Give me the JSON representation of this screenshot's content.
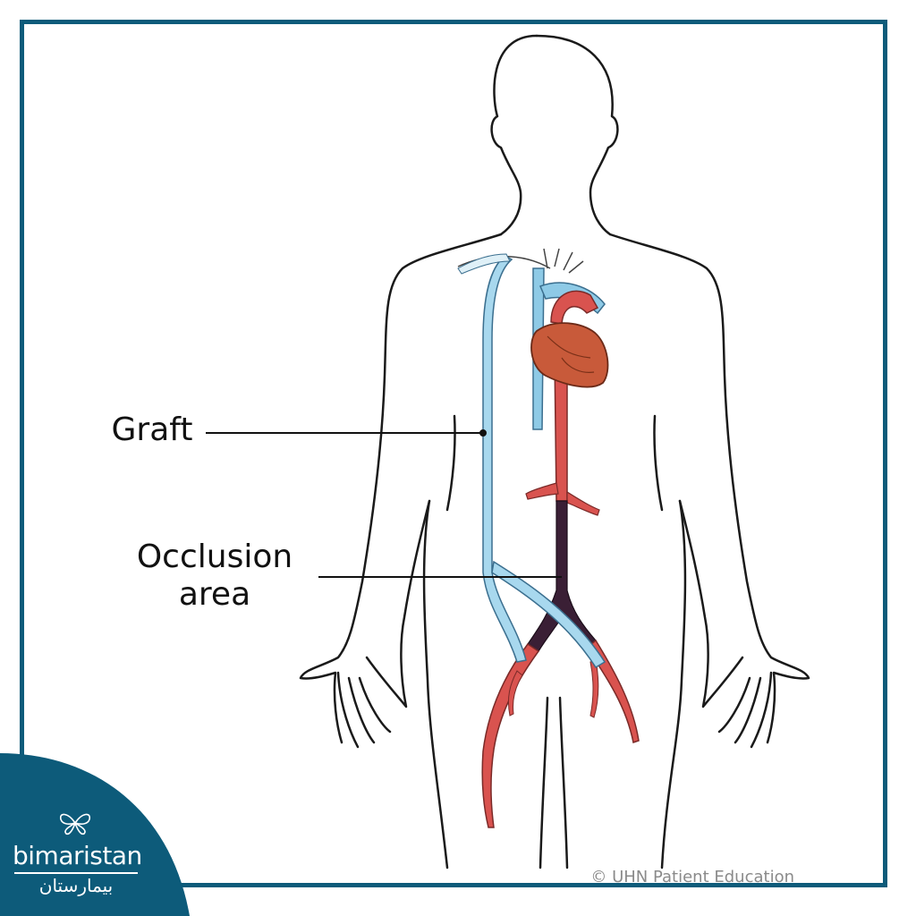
{
  "labels": {
    "graft": "Graft",
    "occlusion_line1": "Occlusion",
    "occlusion_line2": "area"
  },
  "copyright": "© UHN Patient Education",
  "logo": {
    "name_en": "bimaristan",
    "name_ar": "بيمارستان",
    "icon": "butterfly-icon"
  },
  "colors": {
    "frame": "#0d5b7a",
    "artery": "#d9534f",
    "vein_graft": "#8ecae6",
    "occlusion": "#3a1f35",
    "heart": "#c85a3a"
  }
}
